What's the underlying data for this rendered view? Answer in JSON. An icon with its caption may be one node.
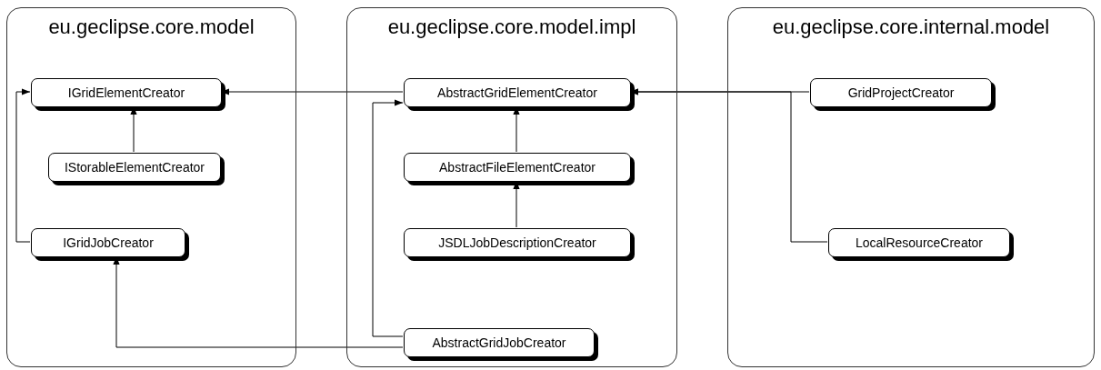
{
  "diagram": {
    "nodes": [
      {
        "text": [
          "eu.geclipse.core.model"
        ]
      },
      {
        "text": [
          "IGridElementCreator"
        ],
        "in": 0
      },
      {
        "text": [
          "IStorableElementCreator"
        ],
        "in": 0
      },
      {
        "text": [
          "IGridJobCreator"
        ],
        "in": 0
      },
      {
        "text": [
          "eu.geclipse.core.model.impl"
        ]
      },
      {
        "text": [
          "AbstractGridElementCreator"
        ],
        "in": 4
      },
      {
        "text": [
          "AbstractFileElementCreator"
        ],
        "in": 4
      },
      {
        "text": [
          "JSDLJobDescriptionCreator"
        ],
        "in": 4
      },
      {
        "text": [
          "AbstractGridJobCreator"
        ],
        "in": 4
      },
      {
        "text": [
          "eu.geclipse.core.internal.model"
        ]
      },
      {
        "text": [
          "GridProjectCreator"
        ],
        "in": 9
      },
      {
        "text": [
          "LocalResourceCreator"
        ],
        "in": 9
      }
    ],
    "edges": [
      {
        "from": 5,
        "to": 1,
        "arrow": "to"
      },
      {
        "from": 2,
        "to": 1,
        "arrow": "to"
      },
      {
        "from": 3,
        "to": 1,
        "arrow": "to"
      },
      {
        "from": 6,
        "to": 5,
        "arrow": "to"
      },
      {
        "from": 7,
        "to": 6,
        "arrow": "to"
      },
      {
        "from": 8,
        "to": 5,
        "arrow": "to"
      },
      {
        "from": 8,
        "to": 3,
        "arrow": "to"
      },
      {
        "from": 10,
        "to": 5,
        "arrow": "to"
      },
      {
        "from": 11,
        "to": 5,
        "arrow": "to"
      }
    ]
  }
}
